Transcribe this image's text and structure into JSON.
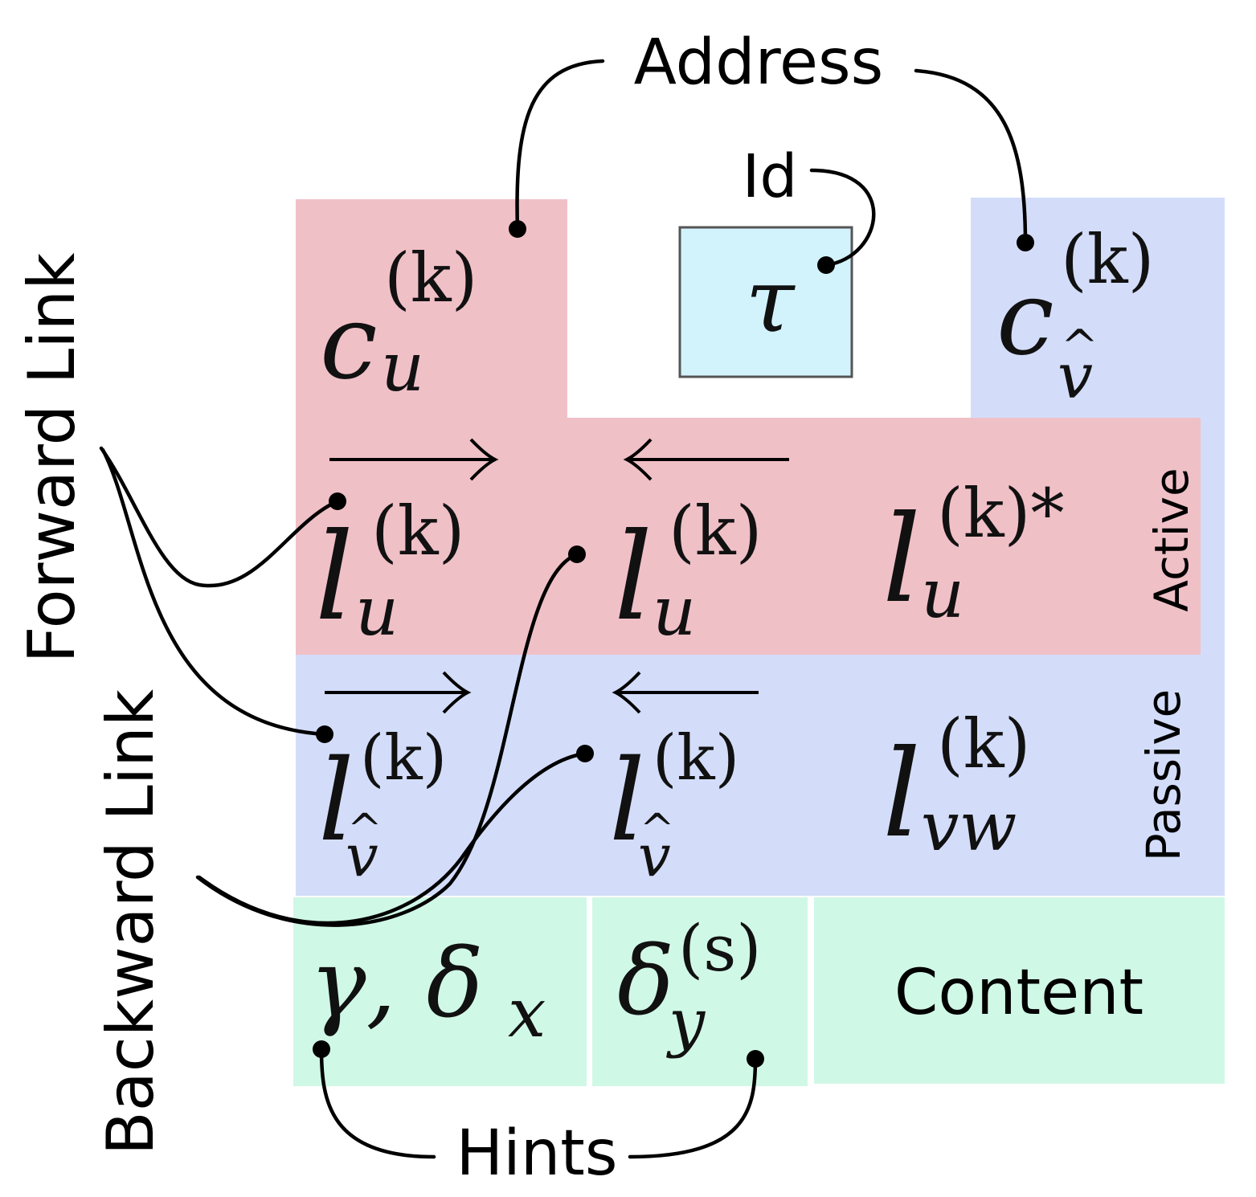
{
  "labels": {
    "address": "Address",
    "id": "Id",
    "forward_link": "Forward Link",
    "backward_link": "Backward Link",
    "active": "Active",
    "passive": "Passive",
    "hints": "Hints",
    "content": "Content"
  },
  "symbols": {
    "tau": "τ",
    "c": "c",
    "l": "l",
    "u": "u",
    "v": "v",
    "vw": "vw",
    "k_sup": "(k)",
    "k_star_sup": "(k)*",
    "hat": "^",
    "gamma_delta": "γ, δ",
    "x": "x",
    "delta": "δ",
    "y": "y",
    "s_sup": "(s)"
  },
  "colors": {
    "red_region": "#f0c0c7",
    "blue_region": "#d3ddfa",
    "green_region": "#d0f8e6",
    "id_box_fill": "#d2f3fc",
    "id_box_stroke": "#555555",
    "ink": "#000000"
  }
}
